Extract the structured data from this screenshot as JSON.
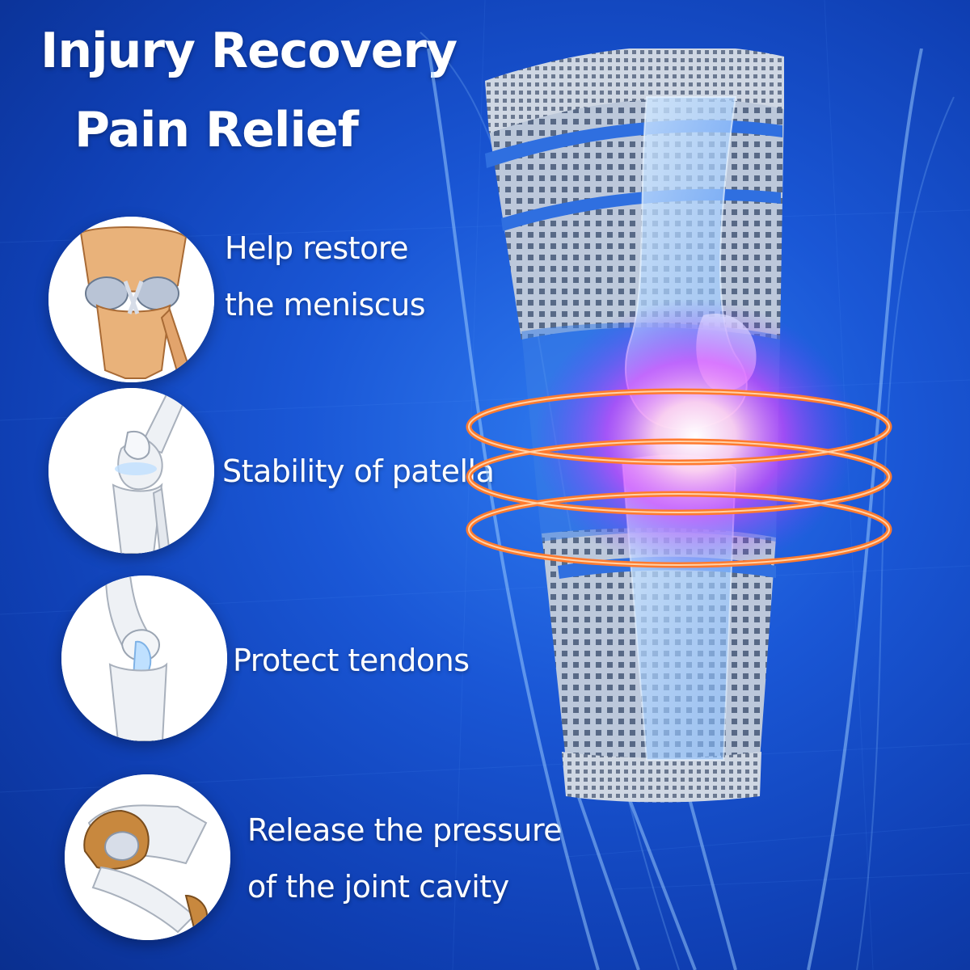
{
  "headline": {
    "line1": "Injury Recovery",
    "line2": "Pain Relief"
  },
  "features": [
    {
      "icon": "meniscus-illustration-icon",
      "line1": "Help restore",
      "line2": "the meniscus"
    },
    {
      "icon": "patella-illustration-icon",
      "line1": "Stability of patella",
      "line2": ""
    },
    {
      "icon": "tendon-illustration-icon",
      "line1": "Protect tendons",
      "line2": ""
    },
    {
      "icon": "joint-cavity-illustration-icon",
      "line1": "Release the pressure",
      "line2": "of the joint cavity"
    }
  ],
  "colors": {
    "background": "#1a57d6",
    "glow": "#ff6a2a",
    "sleeve": "#b8c2d2",
    "sleeve_stripe": "#2f6fe0",
    "text": "#ffffff"
  }
}
